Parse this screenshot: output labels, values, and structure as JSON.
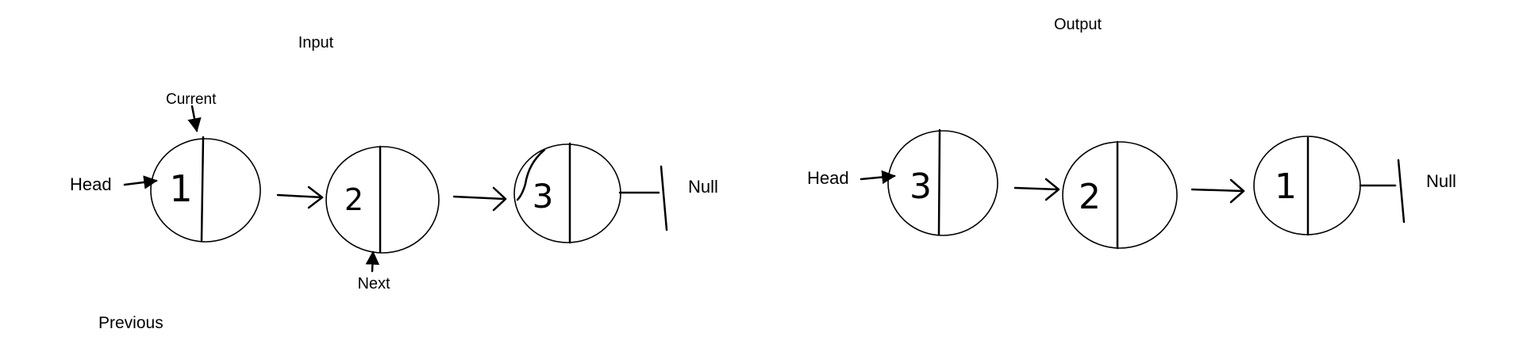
{
  "input": {
    "title": "Input",
    "head_label": "Head",
    "current_label": "Current",
    "next_label": "Next",
    "previous_label": "Previous",
    "null_label": "Null",
    "nodes": [
      "1",
      "2",
      "3"
    ]
  },
  "output": {
    "title": "Output",
    "head_label": "Head",
    "null_label": "Null",
    "nodes": [
      "3",
      "2",
      "1"
    ]
  }
}
